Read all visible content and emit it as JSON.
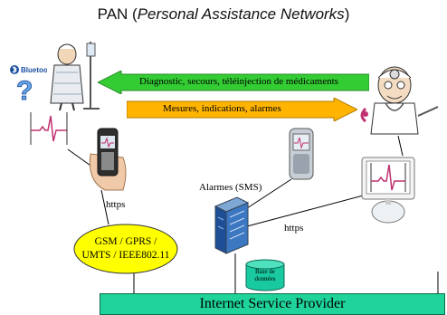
{
  "title": {
    "prefix": "PAN (",
    "italic": "Personal Assistance Networks",
    "suffix": ")"
  },
  "bluetooth": {
    "label": "Bluetooth"
  },
  "arrows": {
    "green": {
      "text": "Diagnostic, secours, téléinjection de médicaments",
      "color": "#33cc33"
    },
    "orange": {
      "text": "Mesures, indications, alarmes",
      "color": "#ffb400"
    }
  },
  "links": {
    "https_left": "https",
    "https_right": "https",
    "alarms": "Alarmes (SMS)"
  },
  "gsm_node": {
    "lines": [
      "GSM / GPRS /",
      "UMTS / IEEE802.11"
    ],
    "color": "#ffff00"
  },
  "database": {
    "lines": [
      "Base de",
      "données"
    ],
    "color": "#19c9a0"
  },
  "isp": {
    "label": "Internet Service Provider",
    "color": "#1fd39b"
  }
}
